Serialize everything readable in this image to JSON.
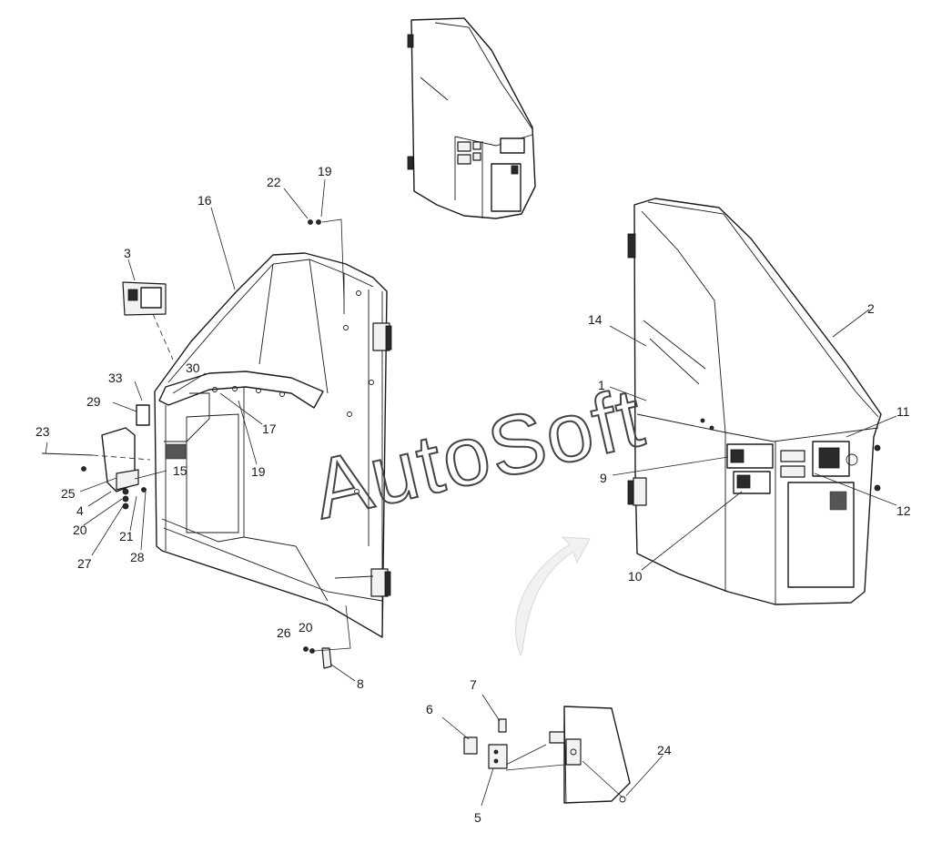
{
  "watermark": "AutoSoft",
  "callouts": {
    "c1": "1",
    "c2": "2",
    "c3": "3",
    "c4": "4",
    "c5": "5",
    "c6": "6",
    "c7": "7",
    "c8": "8",
    "c9": "9",
    "c10": "10",
    "c11": "11",
    "c12": "12",
    "c14": "14",
    "c15": "15",
    "c16": "16",
    "c17": "17",
    "c19a": "19",
    "c19b": "19",
    "c20a": "20",
    "c20b": "20",
    "c21": "21",
    "c22": "22",
    "c23": "23",
    "c24": "24",
    "c25": "25",
    "c26": "26",
    "c27": "27",
    "c28": "28",
    "c29": "29",
    "c30": "30",
    "c33": "33"
  },
  "colors": {
    "line": "#1a1a1a",
    "background": "#ffffff",
    "watermark_stroke": "#444444"
  }
}
